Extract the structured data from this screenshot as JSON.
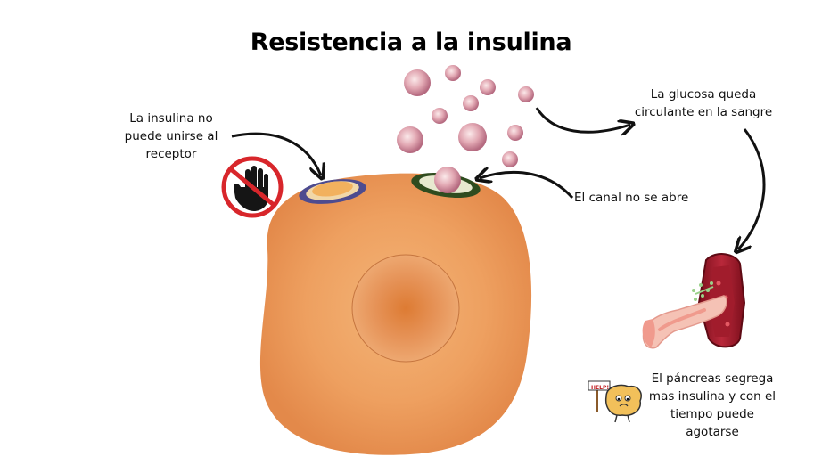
{
  "title": "Resistencia a la insulina",
  "labels": {
    "insulin_line1": "La insulina no",
    "insulin_line2": "puede unirse al",
    "insulin_line3": "receptor",
    "glucose_line1": "La glucosa queda",
    "glucose_line2": "circulante en la sangre",
    "channel": "El canal no se abre",
    "pancreas_line1": "El páncreas segrega",
    "pancreas_line2": "mas insulina y con el",
    "pancreas_line3": "tiempo puede",
    "pancreas_line4": "agotarse",
    "help_sign": "HELP!"
  },
  "icons": {
    "stop": "no-hand-icon",
    "glucose": "glucose-molecule-icon",
    "vessel": "blood-vessel-icon",
    "pancreas": "pancreas-icon",
    "mascot": "pancreas-mascot-icon"
  },
  "colors": {
    "cell": "#f0a058",
    "nucleus": "#e0803a",
    "glucose": "#d8a0a8",
    "receptor_blue": "#4a4a90",
    "channel_green": "#2d4a1e",
    "stop_red": "#d8262b",
    "vessel": "#9c1c2a",
    "pancreas": "#f4bcb0"
  }
}
